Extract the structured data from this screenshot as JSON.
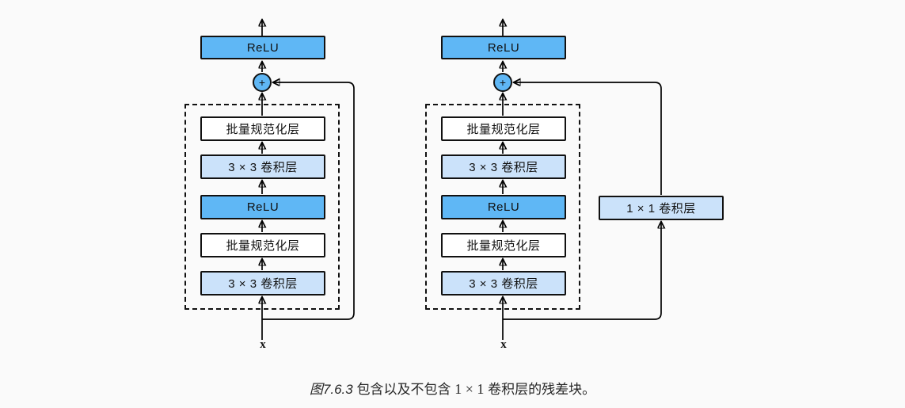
{
  "caption": {
    "label": "图7.6.3",
    "before_math": "包含以及不包含",
    "math": "1 × 1",
    "after_math": "卷积层的残差块。"
  },
  "colors": {
    "relu_fill": "#5fb7f5",
    "conv_fill": "#cbe2fa",
    "batchnorm_fill": "#ffffff",
    "line": "#000000",
    "background": "#fafafa"
  },
  "left": {
    "output_activation": "ReLU",
    "plus": "+",
    "layers": [
      "批量规范化层",
      "3 × 3 卷积层",
      "ReLU",
      "批量规范化层",
      "3 × 3 卷积层"
    ],
    "input": "x"
  },
  "right": {
    "output_activation": "ReLU",
    "plus": "+",
    "layers": [
      "批量规范化层",
      "3 × 3 卷积层",
      "ReLU",
      "批量规范化层",
      "3 × 3 卷积层"
    ],
    "shortcut_layer": "1 × 1 卷积层",
    "input": "x"
  }
}
